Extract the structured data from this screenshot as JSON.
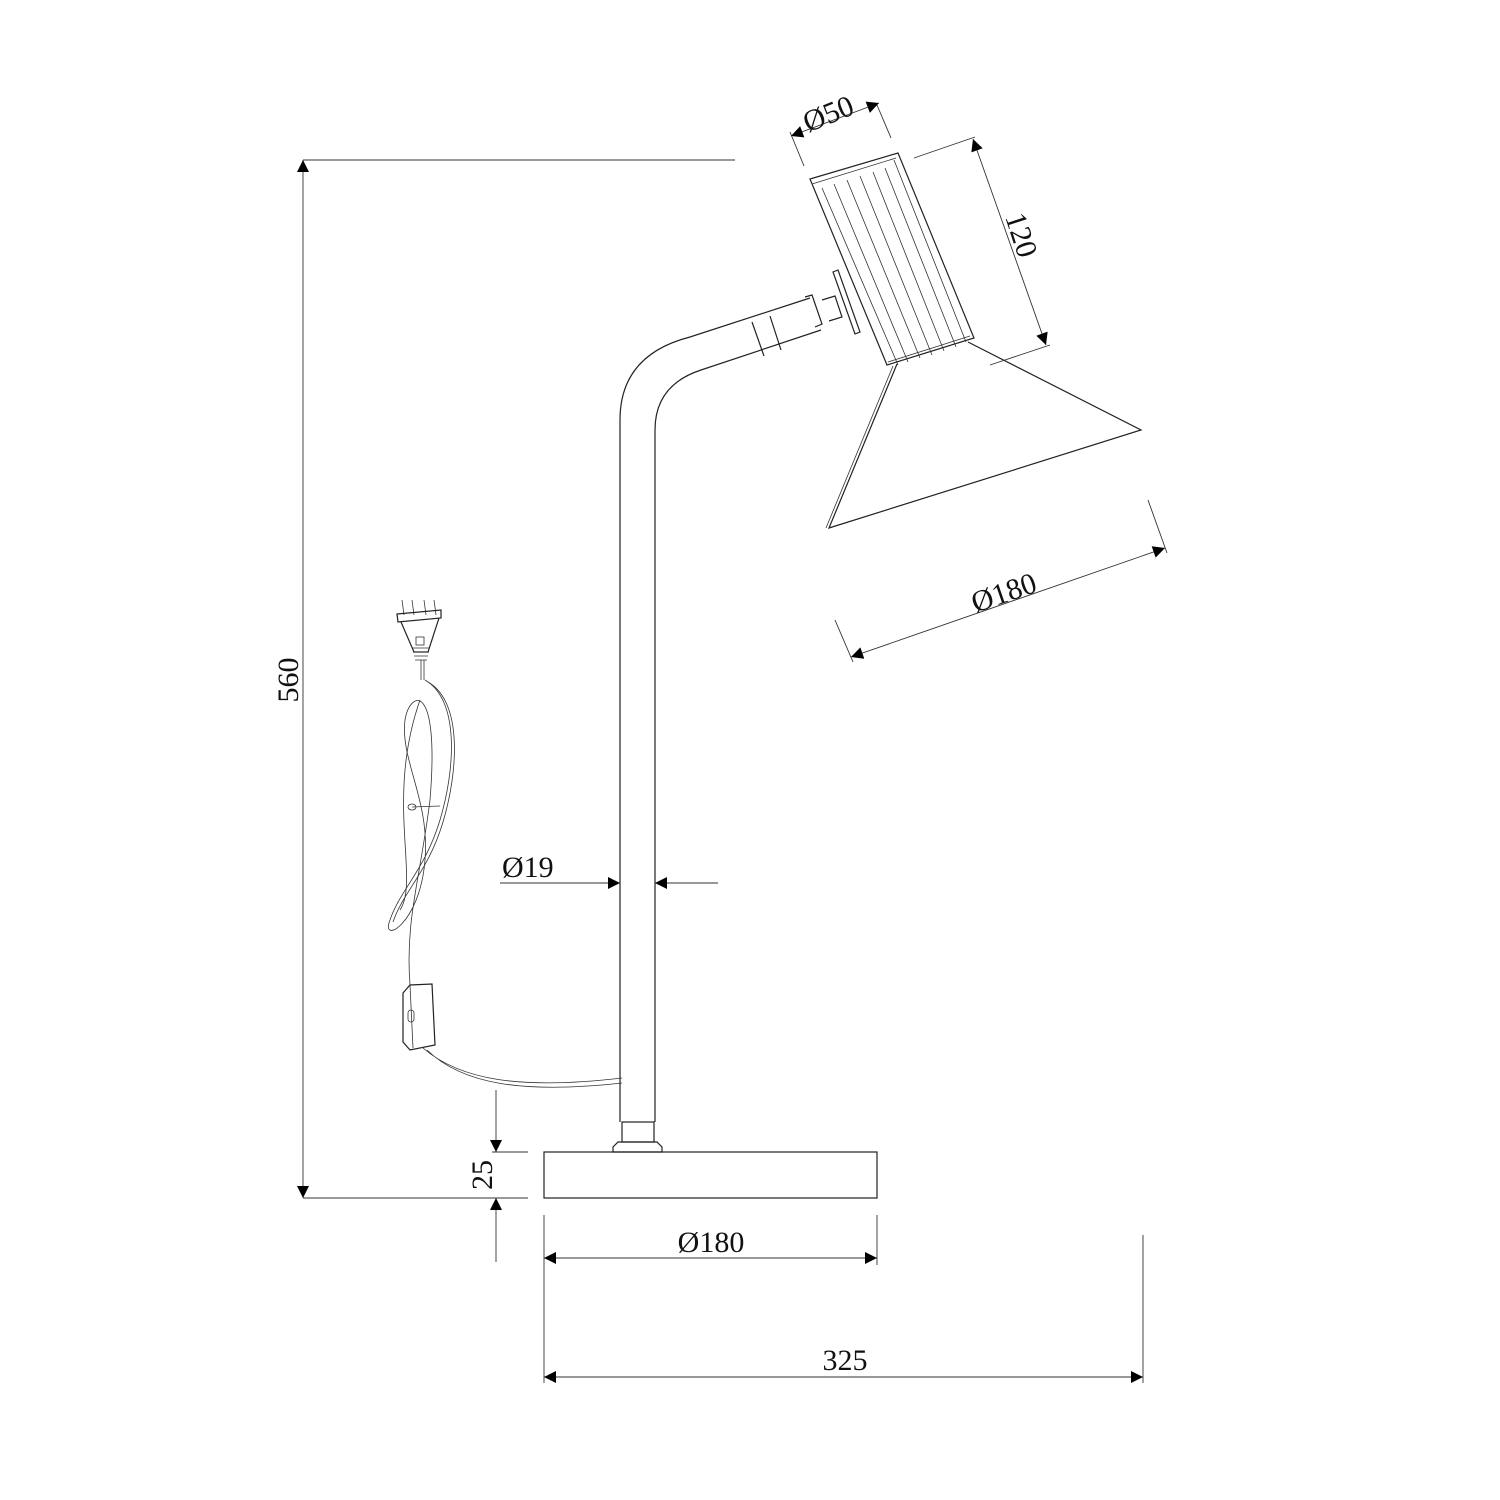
{
  "drawing": {
    "dimensions": {
      "head_diameter": "Ø50",
      "head_length": "120",
      "shade_diameter": "Ø180",
      "overall_height": "560",
      "pole_diameter": "Ø19",
      "base_height": "25",
      "base_diameter": "Ø180",
      "overall_width": "325"
    },
    "line_color": "#222222",
    "background": "#ffffff"
  }
}
